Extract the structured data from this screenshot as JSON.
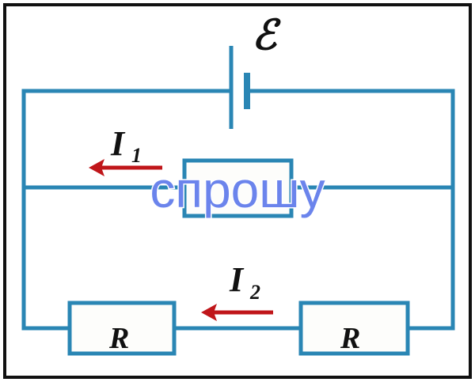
{
  "labels": {
    "emf": "ℰ",
    "current1": "I",
    "current1_sub": "1",
    "current2": "I",
    "current2_sub": "2",
    "resistor_left": "R",
    "resistor_right": "R"
  },
  "watermark": "спрошу",
  "colors": {
    "wire": "#2a86b4",
    "arrow": "#c0161a",
    "watermark": "#6b84ec"
  }
}
